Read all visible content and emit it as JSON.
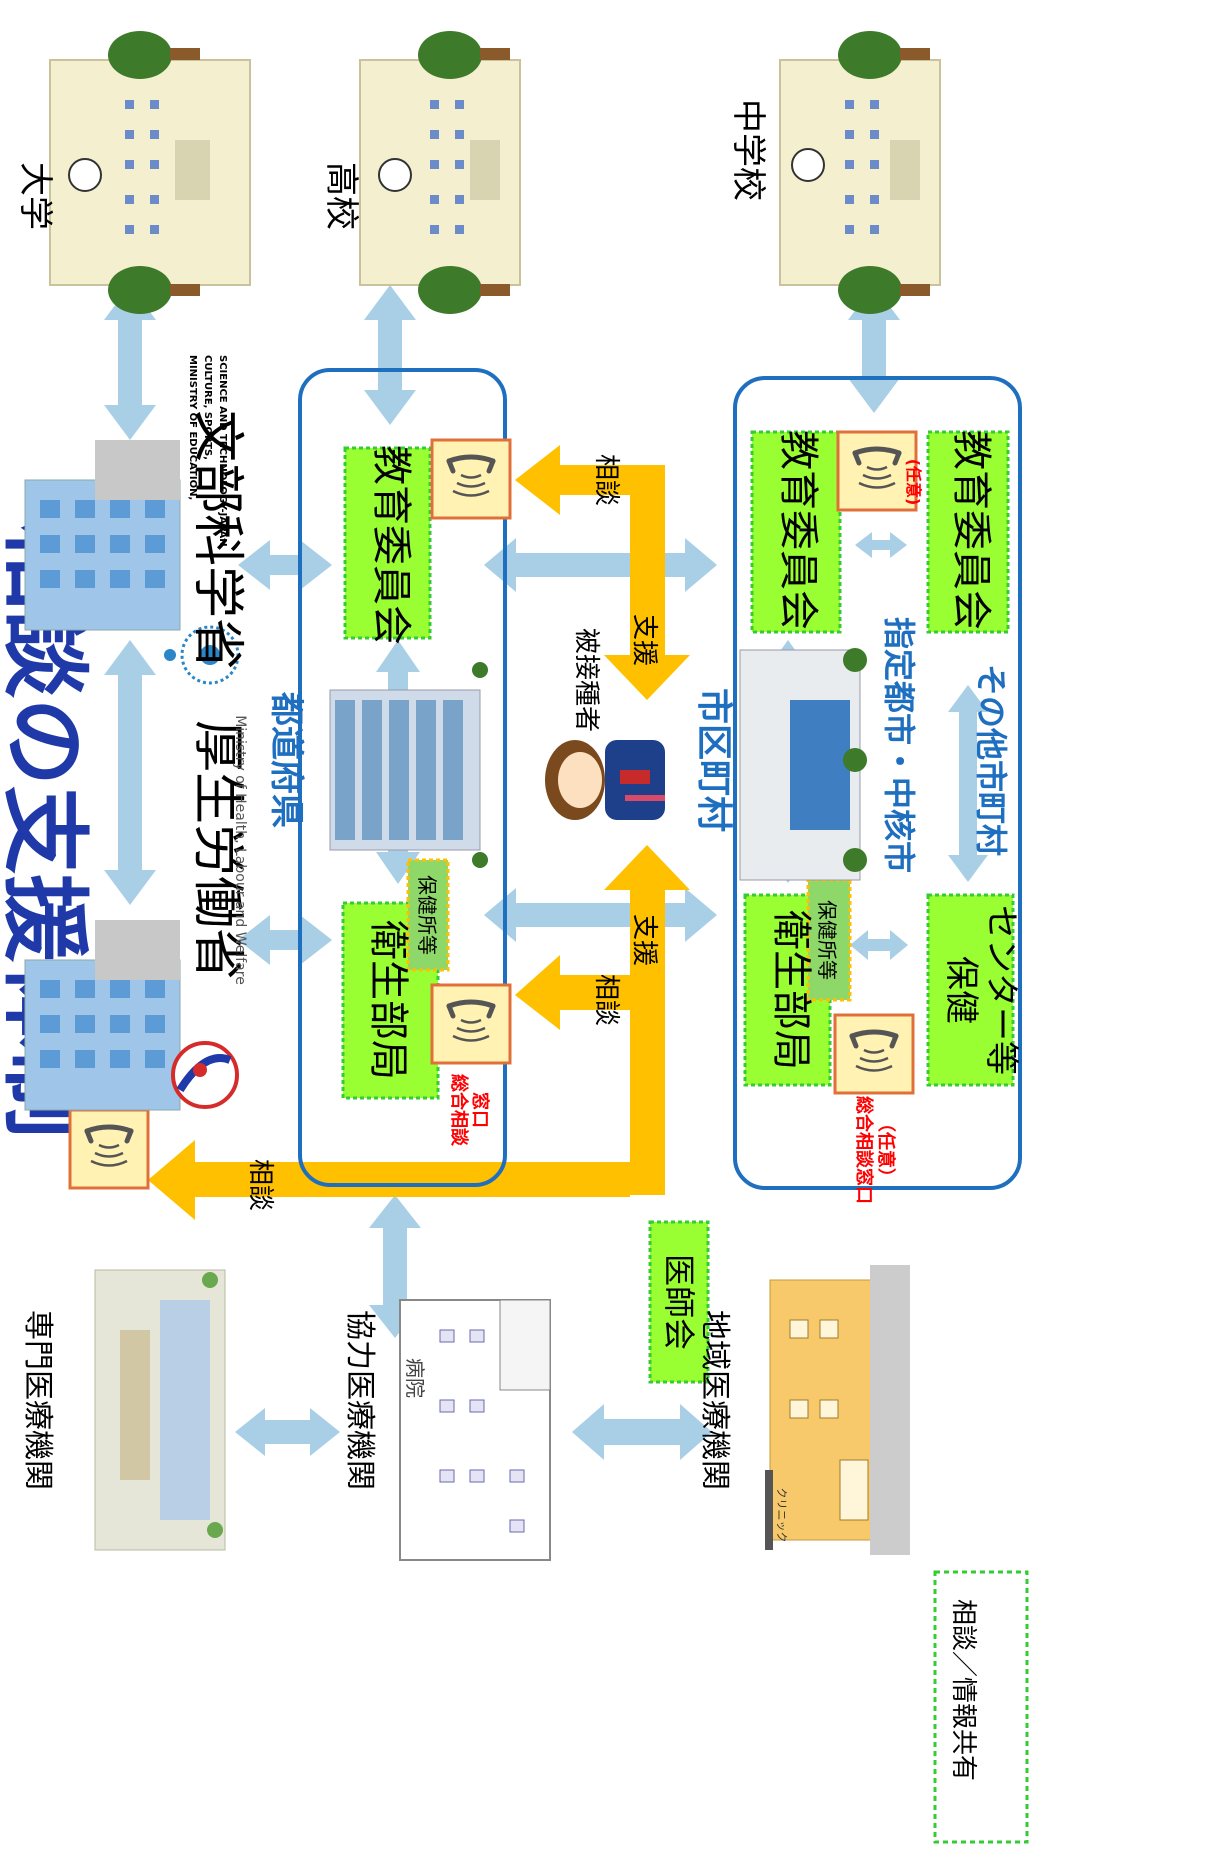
{
  "title_text": "相談の支援体制",
  "ministries": {
    "mhlw_name": "厚生労働省",
    "mhlw_english": "Ministry of Health, Labour and Welfare",
    "mext_name": "文部科学省",
    "mext_english_1": "MINISTRY OF EDUCATION,",
    "mext_english_2": "CULTURE, SPORTS,",
    "mext_english_3": "SCIENCE AND TECHNOLOGY-JAPAN"
  },
  "schools": {
    "university": "大学",
    "high_school": "高校",
    "junior_high": "中学校"
  },
  "prefecture": {
    "label": "都道府県",
    "board_of_education": "教育委員会",
    "health_dept": "衛生部局",
    "health_center": "保健所等",
    "general_consult_1": "総合相談",
    "general_consult_2": "窓口"
  },
  "municipality": {
    "label": "市区町村",
    "designated_cities": "指定都市・中核市",
    "other_cities": "その他市町村",
    "board_of_education_designated": "教育委員会",
    "board_of_education_other": "教育委員会",
    "optional": "(任意)",
    "health_dept": "衛生部局",
    "health_center": "保健所等",
    "health_center_other_1": "保健",
    "health_center_other_2": "センター等",
    "general_consult_1": "総合相談窓口",
    "general_consult_2": "（任意）"
  },
  "flows": {
    "consult_top": "相談",
    "support_top": "支援",
    "consult_mid": "相談",
    "support_mid": "支援",
    "consult_left": "相談",
    "vaccinee": "被接種者"
  },
  "medical": {
    "specialized": "専門医療機関",
    "cooperating": "協力医療機関",
    "regional": "地域医療機関",
    "medical_assoc": "医師会",
    "hospital_sign": "病院",
    "clinic_sign": "クリニック"
  },
  "legend": {
    "label": "相談／情報共有"
  },
  "colors": {
    "green_fill": "#99ff33",
    "green_border": "#33cc33",
    "blue_frame": "#1f6fc0",
    "blue_label": "#1f6fc0",
    "arrow_blue": "#a8cfe6",
    "arrow_orange": "#ffc000",
    "phone_fill": "#fff2b3",
    "phone_border": "#e0703a",
    "red_text": "#ff0000"
  }
}
